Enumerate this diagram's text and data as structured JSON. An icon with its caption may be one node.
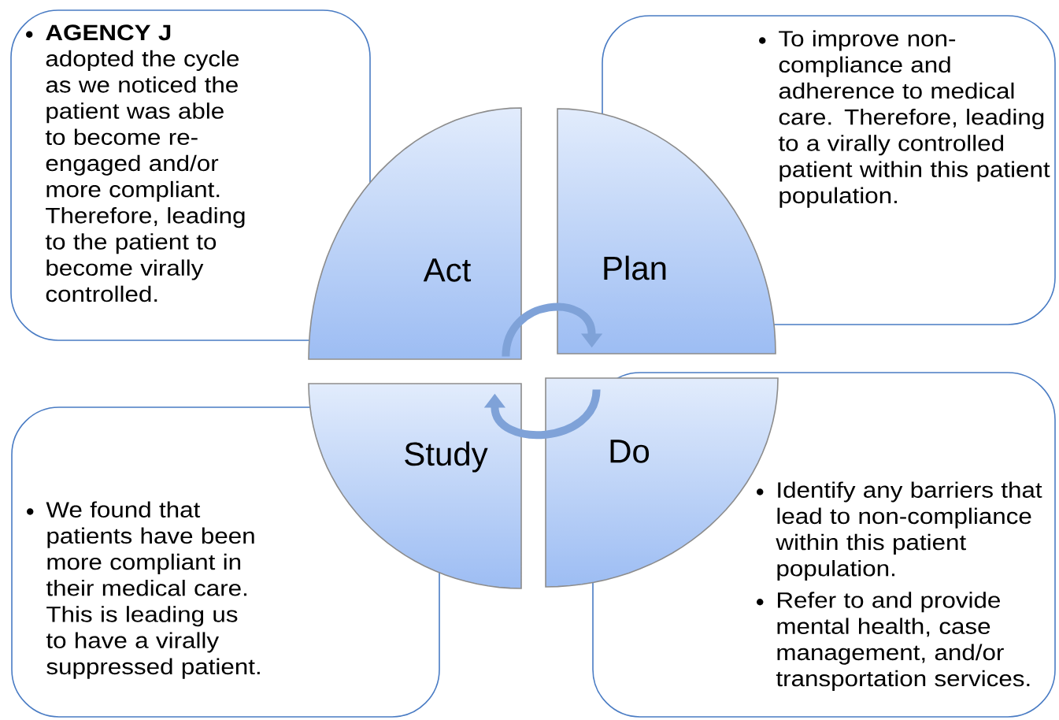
{
  "diagram": {
    "nodes": [
      {
        "text": [
          "**AGENCY J** adopted the cycle as we noticed the patient was able to become re-engaged and/or more compliant. Therefore, leading to the patient to become virally controlled."
        ]
      },
      {
        "text": [
          "To improve non-compliance and adherence to medical care. Therefore, leading to a virally controlled patient within this patient population."
        ]
      },
      {
        "text": [
          "Act"
        ]
      },
      {
        "text": [
          "Plan"
        ]
      },
      {
        "text": [
          "Study"
        ]
      },
      {
        "text": [
          "Do"
        ]
      },
      {
        "text": [
          "We found that patients have been more compliant in their medical care. This is leading us to have a virally suppressed patient."
        ]
      },
      {
        "text": [
          "Identify any barriers that lead to non-compliance within this patient population.",
          "Refer to and provide mental health, case management, and/or transportation services."
        ]
      }
    ],
    "edges": [
      {
        "from": 2,
        "to": 3,
        "arrow": "to"
      },
      {
        "from": 5,
        "to": 4,
        "arrow": "to"
      }
    ]
  }
}
